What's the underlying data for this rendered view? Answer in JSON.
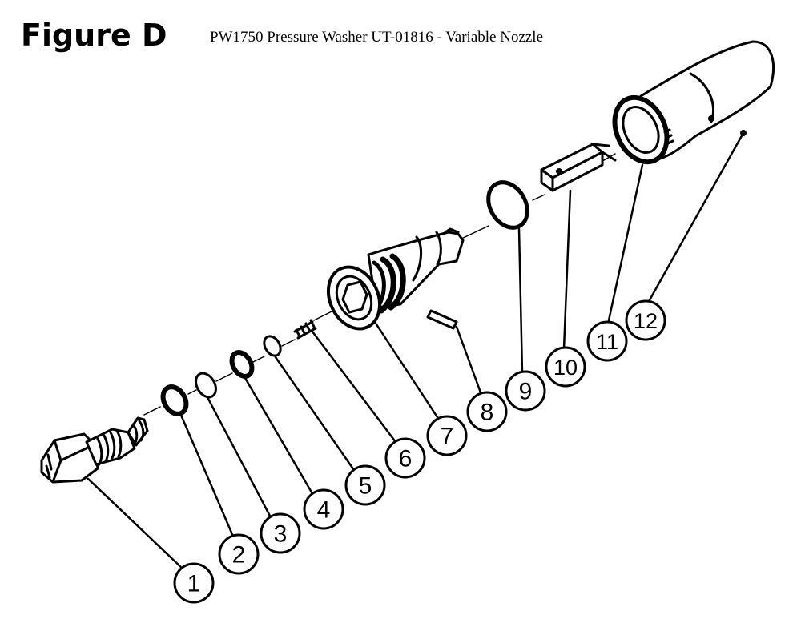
{
  "figure_label": "Figure D",
  "title": "PW1750 Pressure Washer UT-01816 - Variable Nozzle",
  "callouts": [
    "1",
    "2",
    "3",
    "4",
    "5",
    "6",
    "7",
    "8",
    "9",
    "10",
    "11",
    "12"
  ],
  "colors": {
    "ink": "#000000",
    "background": "#ffffff"
  }
}
